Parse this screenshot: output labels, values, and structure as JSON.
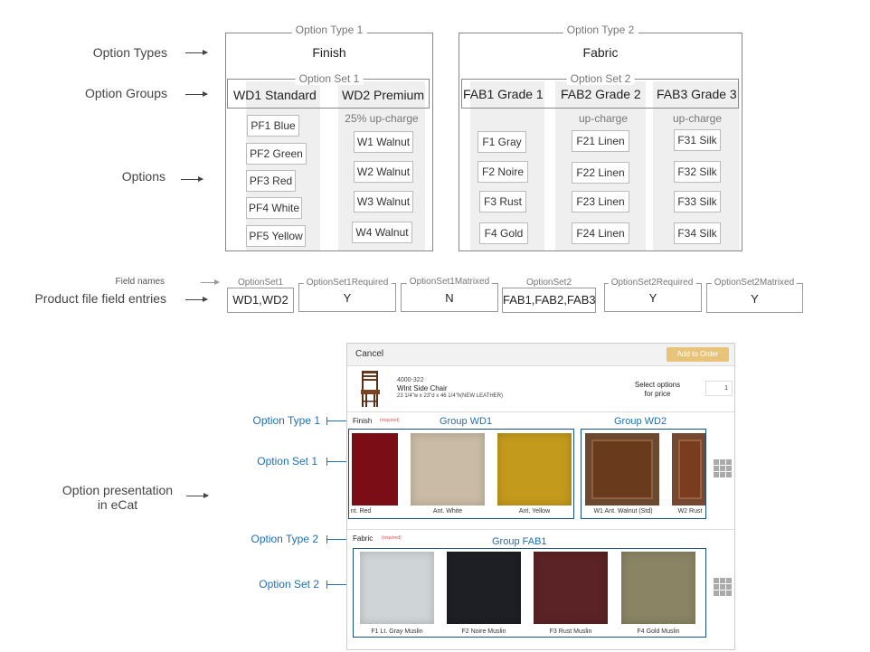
{
  "left_labels": {
    "option_types": "Option Types",
    "option_groups": "Option Groups",
    "options": "Options",
    "field_names": "Field names",
    "product_file": "Product file field entries",
    "presentation_line1": "Option presentation",
    "presentation_line2": "in eCat"
  },
  "type1": {
    "title": "Option Type 1",
    "name": "Finish",
    "set_title": "Option Set 1",
    "groups": [
      {
        "name": "WD1 Standard",
        "charge": "",
        "options": [
          "PF1 Blue",
          "PF2 Green",
          "PF3 Red",
          "PF4 White",
          "PF5 Yellow"
        ]
      },
      {
        "name": "WD2 Premium",
        "charge": "25% up-charge",
        "options": [
          "W1 Walnut",
          "W2 Walnut",
          "W3 Walnut",
          "W4 Walnut"
        ]
      }
    ]
  },
  "type2": {
    "title": "Option Type 2",
    "name": "Fabric",
    "set_title": "Option Set 2",
    "groups": [
      {
        "name": "FAB1 Grade 1",
        "charge": "",
        "options": [
          "F1 Gray",
          "F2 Noire",
          "F3 Rust",
          "F4 Gold"
        ]
      },
      {
        "name": "FAB2 Grade 2",
        "charge": "up-charge",
        "options": [
          "F21 Linen",
          "F22 Linen",
          "F23 Linen",
          "F24 Linen"
        ]
      },
      {
        "name": "FAB3 Grade 3",
        "charge": "up-charge",
        "options": [
          "F31 Silk",
          "F32 Silk",
          "F33 Silk",
          "F34 Silk"
        ]
      }
    ]
  },
  "fields": [
    {
      "name": "OptionSet1",
      "value": "WD1,WD2"
    },
    {
      "name": "OptionSet1Required",
      "value": "Y"
    },
    {
      "name": "OptionSet1Matrixed",
      "value": "N"
    },
    {
      "name": "OptionSet2",
      "value": "FAB1,FAB2,FAB3"
    },
    {
      "name": "OptionSet2Required",
      "value": "Y"
    },
    {
      "name": "OptionSet2Matrixed",
      "value": "Y"
    }
  ],
  "ecat": {
    "cancel": "Cancel",
    "add_to_order": "Add to Order",
    "sku": "4000-322",
    "product_name": "Wlnt Side Chair",
    "dimensions": "23 1/4\"w x 23\"d x 46 1/4\"h(NEW LEATHER)",
    "select_line1": "Select options",
    "select_line2": "for price",
    "quantity": "1",
    "finish_label": "Finish",
    "fabric_label": "Fabric",
    "required": "(required)",
    "group_wd1": "Group WD1",
    "group_wd2": "Group WD2",
    "group_fab1": "Group FAB1",
    "finish_swatches": [
      {
        "label": "nt. Red",
        "color": "#7a0d15"
      },
      {
        "label": "Ant. White",
        "color": "#c9bba5"
      },
      {
        "label": "Ant. Yellow",
        "color": "#c39a1c"
      },
      {
        "label": "W1 Ant. Walnut (Std)",
        "color": "#6a3a1c"
      },
      {
        "label": "W2 Rust",
        "color": "#7a3c1e"
      }
    ],
    "fabric_swatches": [
      {
        "label": "F1 Lt. Gray Muslin",
        "color": "#cfd4d6"
      },
      {
        "label": "F2 Noire Muslin",
        "color": "#1e1f24"
      },
      {
        "label": "F3 Rust Muslin",
        "color": "#5b2325"
      },
      {
        "label": "F4 Gold Muslin",
        "color": "#8a8465"
      }
    ]
  },
  "callouts": {
    "option_type_1": "Option Type 1",
    "option_set_1": "Option Set 1",
    "option_type_2": "Option Type 2",
    "option_set_2": "Option Set 2"
  },
  "colors": {
    "blue": "#1f6fb4",
    "add_to_order_bg": "#e8c47a"
  }
}
